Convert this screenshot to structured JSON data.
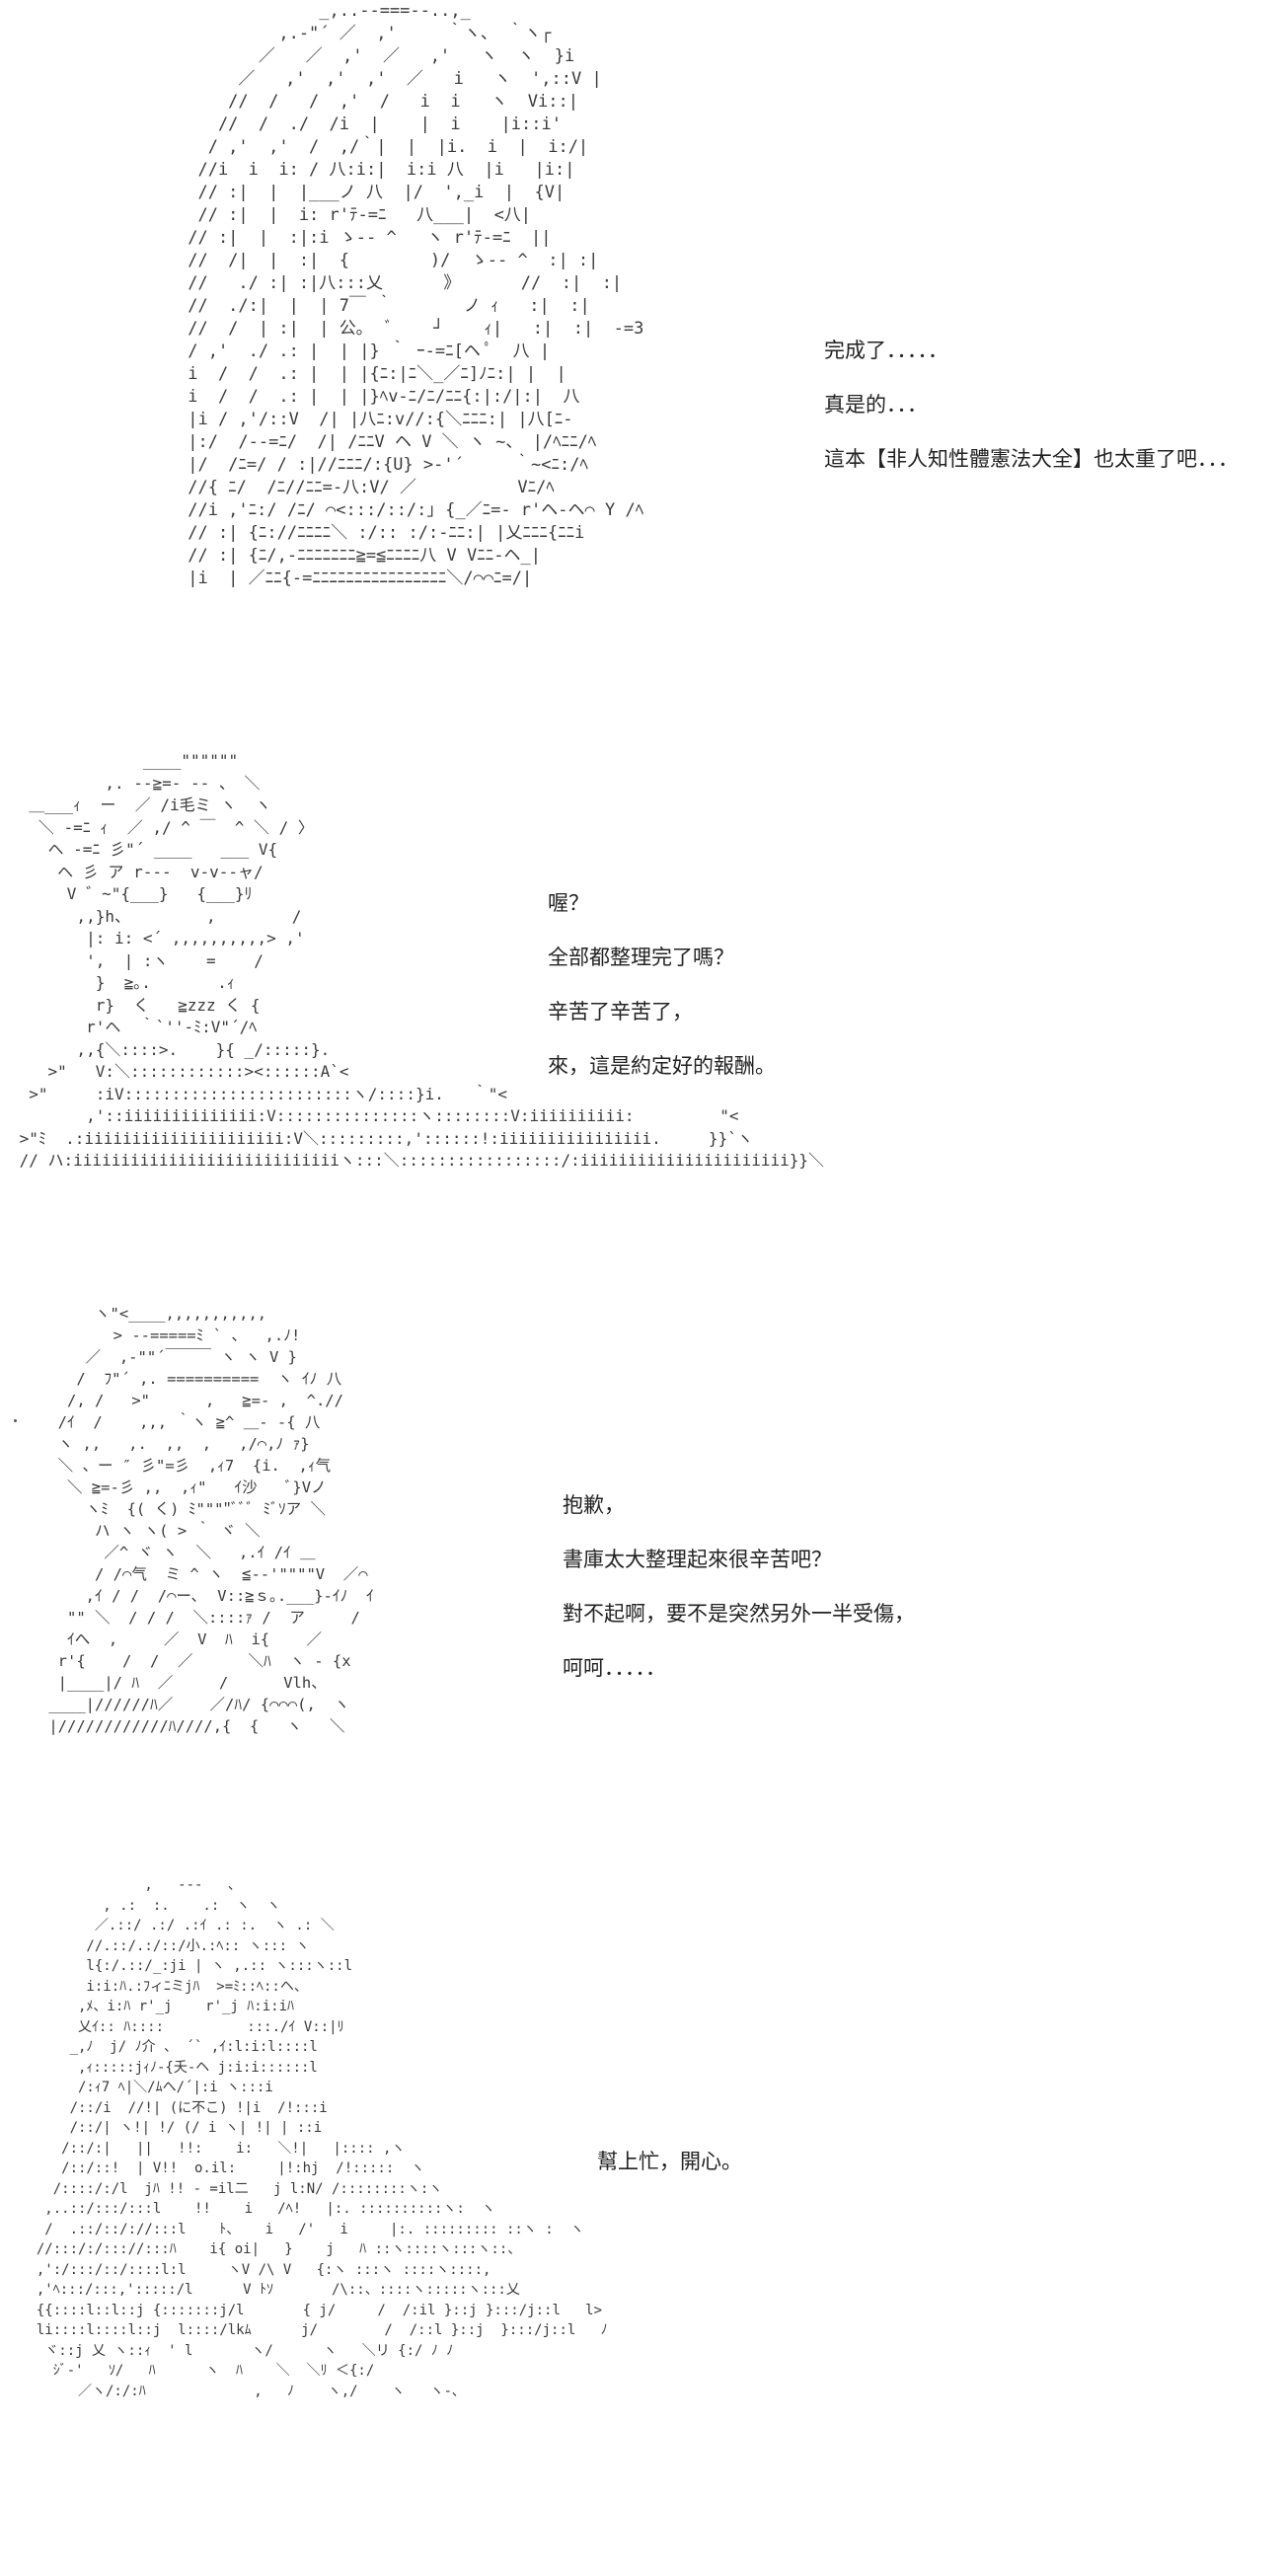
{
  "panels": [
    {
      "art": "              _,..-‐===‐-..,_\n          ,.‐\"´ ／  ,'     ｀ヽ、 ｀ヽ┌\n        ／   ／  ,'  ／   ,'   ヽ  ヽ  }i\n      ／   ,'  ,'  ,'  ／   i   ヽ  ',::V |\n     //  /   /  ,'  /   i  i   ヽ  Vi::|\n    //  /  ./  /i  |    |  i    |i::i'\n   / ,'  ,'  /  ,/｀|  |  |i.  i  |  i:/|\n  //i  i  i: / 八:i:|  i:i 八  |i   |i:|\n  // :|  |  |___ノ 八  |/  ',_i  |  {V|\n  // :|  |  i: r'ﾃ‐=ﾆ   八___|  <八|\n // :|  |  :|:i ゝ-‐ ^   ヽ r'ﾃ‐=ﾆ  ||\n //  /|  |  :|  {        )/  ゝ-‐ ^  :| :|\n //   ./ :| :|八:::乂      》      //  :|  :|\n //  ./:|  |  | 7￣ ｀       ノ ｨ   :|  :|\n //  /  | :|  | 公｡  ﾞ    ┘    ｨ|   :|  :|  -=3\n / ,'  ./ .: |  | |} ｀ ｰ-=ﾆ[ヘ ﾟ  八 |\n i  /  /  .: |  | |{ﾆ:|ﾆ＼_／ﾆ]ﾉﾆ:| |  |\n i  /  /  .: |  | |}ﾍv-ﾆ/ﾆ/ﾆﾆ{:|:/|:|  八\n |i / ,'/::V  /| |八ﾆ:v//:{＼ﾆﾆﾆ:| |八[ﾆ-\n |:/  /--=ﾆ/  /| /ﾆﾆV ヘ V ＼ ヽ ~、 |/ﾍﾆﾆ/ﾍ\n |/  /ﾆ=/ / :|//ﾆﾆﾆ/:{U} >‐'´     ｀~<ﾆ:/ﾍ\n //{ ﾆ/  /ﾆ//ﾆﾆ=-八:V/ ／          Vﾆ/ﾍ\n //i ,'ﾆ:/ /ﾆ/ ⌒<:::/::/:｣ {_／ﾆ=- r'ヘ-ヘ⌒ Y /ﾍ\n // :| {ﾆ://ﾆﾆﾆﾆ＼ :/:: :/:-ﾆﾆ:| |乂ﾆﾆﾆ{ﾆﾆi\n // :| {ﾆ/,-ﾆﾆﾆﾆﾆﾆﾆ≧=≦ﾆﾆﾆﾆ八 V Vﾆﾆ-ヘ_|\n |i  | ／ﾆﾆ{-=ﾆﾆﾆﾆﾆﾆﾆﾆﾆﾆﾆﾆﾆﾆﾆﾆ＼/⌒⌒ﾆ=/|",
      "lines": [
        "完成了．．．．．",
        "真是的．．．",
        "這本【非人知性體憲法大全】也太重了吧．．．"
      ]
    },
    {
      "art": "              ____\"\"\"\"\"\"\n          ,. -‐≧=- -- 、 ＼\n  ＿___ｨ  ー  ／ /i毛ミ ヽ  ヽ\n   ＼ -=ﾆ ｨ  ／ ,/ ^ ￣  ^ ＼ / 〉\n    ヘ -=ﾆ 彡\"´ ____   ___ V{\n     ヘ 彡 ア r---  v-v--ャ/\n      V ゛~\"{___}   {___}ﾘ\n       ,,}h、        ,        /\n        |: i: <´ ,,,,,,,,,,> ,'\n        ',  | :ヽ    =    /\n         }  ≧｡.       .ｨ\n         r}  く   ≧zzz く {\n        r'ヘ  ｀`''-ﾐ:V\"´/ﾍ\n       ,,{＼::::>.    }{ _/:::::}.\n    >\"   V:＼::::::::::::><::::::A`<\n  >\"     :iV::::::::::::::::::::::::ヽ/::::}i.   ｀\"<\n        ,'::iiiiiiiiiiiiii:V:::::::::::::::ヽ::::::::V:iiiiiiiiii:         \"<\n >\"ﾐ  .:iiiiiiiiiiiiiiiiiiiii:V＼:::::::::,'::::::!:iiiiiiiiiiiiiiii.     }}`ヽ\n // ハ:iiiiiiiiiiiiiiiiiiiiiiiiiiiiヽ:::＼:::::::::::::::::/:iiiiiiiiiiiiiiiiiiiiii}}＼",
      "lines": [
        "喔？",
        "全部都整理完了嗎？",
        "辛苦了辛苦了，",
        "來，這是約定好的報酬。"
      ]
    },
    {
      "art": "      ヽ\"<____,,,,,,,,,,,\n        > -‐=====ﾐ ` 、  ,.ﾉ!\n     ／  ,-\"\"´￣￣￣ ヽ ヽ V }\n    /  ﾌ\"´ ,. ==========  ヽ ｲﾉ 八\n   /, /   >\"      ,   ≧=- ,  ^.// \n  /ｲ  /    ,,, ｀ヽ ≧^ ＿- -{ 八\n  ヽ ,,   ,.  ,,  ,   ,/⌒,ﾉ ｧ}\n  ＼ 、ー ″ 彡\"=彡  ,ｨ7  {i.  ,ｨ气\n   ＼ ≧=-彡 ,,  ,ｨ\"   ｲ沙   ﾞ}Vノ\n     ヽﾐ  {( く) ﾐ\"\"\"\"ﾞﾞﾞ ﾐﾞｿア ＼\n      ハ ヽ ヽ( > ｀ ヾ ＼\n       ／^ ヾ ヽ  ＼   ,.ｲ /ｲ ＿\n      / /⌒气  ミ ^ ヽ  ≦--'\"\"\"\"V  ／⌒ \n     ,ｲ / /  /⌒ー､  V::≧ｓ｡.___}-ｲﾉ  ｲ\n   \"\" ＼  / / /  ＼::::ｧ /  ア     /\n   ｲへ  ,     ／  V  ﾊ  i{    ／\n  r'{    /  /  ／      ＼ﾊ  ヽ - {x\n  |____|/ ﾊ  ／     /      Vlh、\n ____|//////ﾊ／    ／/ﾊ/ {⌒⌒⌒(,  ヽ\n |////////////ﾊ////,{  {   ヽ   ＼",
      "lines": [
        "抱歉，",
        "書庫太大整理起來很辛苦吧？",
        "對不起啊，要不是突然另外一半受傷，",
        "呵呵．．．．．"
      ]
    },
    {
      "art": "               ,   -‐‐   、\n          , .:  :.    .:  ヽ  ヽ\n         ／.::/ .:/ .:ｲ .: :.  ヽ .: ＼\n        //.::/.:/::/小.:ﾍ:: ヽ::: ヽ\n        l{:/.::/_:ji | ヽ ,.:: ヽ:::ヽ::l\n        i:i:ﾊ.:ﾌィﾆミjﾊ  >=ﾐ::ﾍ::ヘ、\n       ,ﾒ、i:ﾊ r'_j    r'_j ﾊ:i:iﾊ\n       乂ｲ:: ﾊ::::          :::./ｲ V::|ﾘ\n      _,ﾉ  j/ ﾉ介 、 ´` ,ｲ:l:i:l::::l\n       ,ｨ:::::jｨﾉ-{夭-ヘ j:i:i::::::l\n       /:ｨ7 ﾍ|＼/ﾑへ/´|:i ヽ:::i\n      /::/i  //!| (に不こ) !|i  /!:::i\n      /::/| ヽ!| !/ (/ i ヽ| !| | ::i\n     /::/:|   ||   !!:    i:   ＼!|   |:::: ,ヽ\n     /::/::!  | V!!  o.il:     |!:hj  /!:::::  ヽ\n    /::::/:/l  jﾊ !! - =il二   j l:N/ /::::::::ヽ:ヽ\n   ,..::/:::/:::l    !!    i   /ﾍ!   |:. ::::::::::ヽ:  ヽ\n   /  .::/::/://:::l    ﾄ、   i   /'   i     |:. ::::::::: ::ヽ :  ヽ\n  //:::/:/::://:::ﾊ    i{ oi|   }    j   ﾊ ::ヽ::::ヽ:::ヽ::、\n  ,':/:::/::/::::l:l     ヽV /\\ V   {:ヽ :::ヽ ::::ヽ::::,\n  ,'ﾍ:::/:::,':::::/l      V ﾄｿ       /\\::、::::ヽ:::::ヽ:::乂\n  {{::::l::l::j {:::::::j/l       { j/     /  /:il }::j }:::/j::l   l>\n  li::::l::::l::j  l::::/lkﾑ      j/        /  /::l }::j  }:::/j::l   ﾉ\n   ヾ::j 乂 ヽ::ｨ  ' l       ヽ/      ヽ   ＼リ {:/ ﾉ ﾉ\n    ｼﾞ-'   ｿ/   ﾊ      ヽ  ﾊ    ＼  ＼ﾘ ＜{:/\n       ／ヽ/:/:ﾊ             ,   ﾉ    ヽ,/    ヽ   ヽ-､",
      "lines": [
        "幫上忙，開心。"
      ]
    }
  ]
}
